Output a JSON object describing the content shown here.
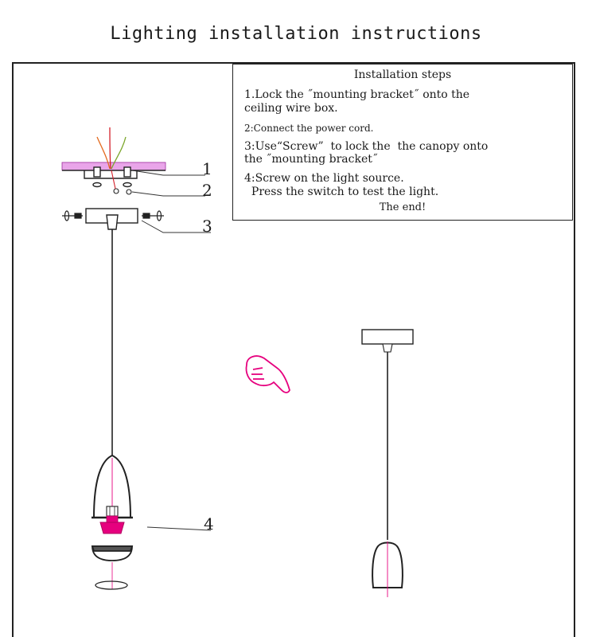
{
  "title": "Lighting installation instructions",
  "steps": {
    "heading": "Installation steps",
    "step1_line1": "1.Lock the ˝mounting bracket˝ onto the",
    "step1_line2": "ceiling wire box.",
    "step2": "2:Connect the power cord.",
    "step3_line1": "3:Use“Screw”  to lock the  the canopy onto",
    "step3_line2": "the ˝mounting bracket˝",
    "step4_line1": "4:Screw on the light source.",
    "step4_line2": "  Press the switch to test the light.",
    "end": "The end!"
  },
  "callouts": [
    "1",
    "2",
    "3",
    "4"
  ],
  "colors": {
    "accent": "#e6007e",
    "ceiling_hatch": "#d86cd8",
    "line": "#222222"
  },
  "icons": [
    "pointing-hand-icon"
  ]
}
